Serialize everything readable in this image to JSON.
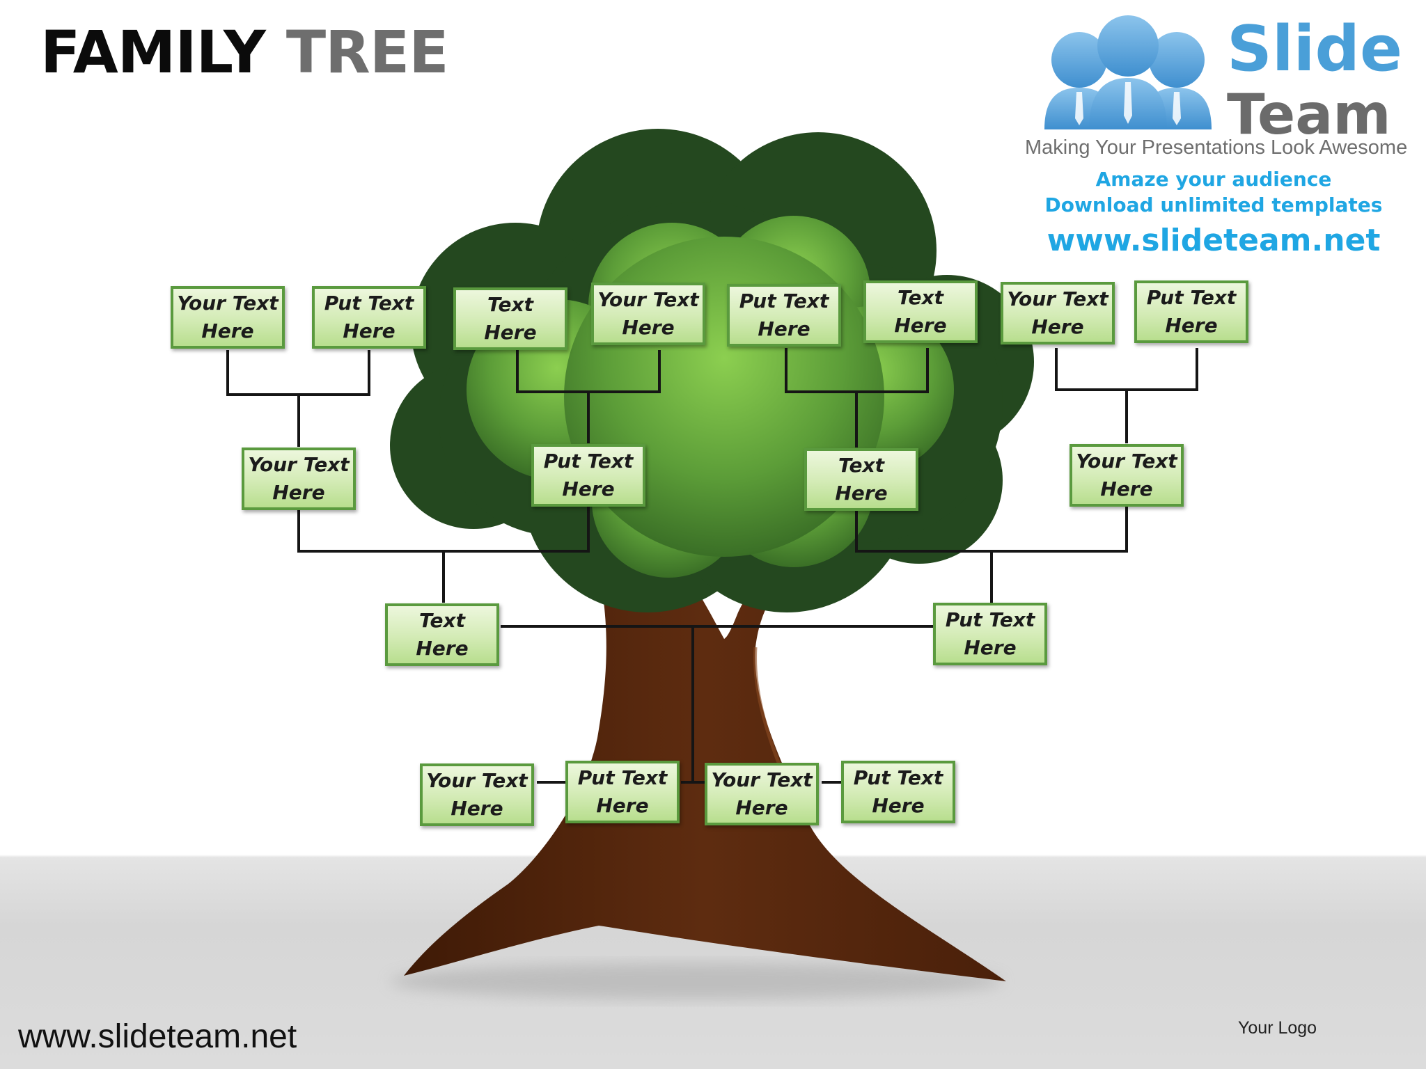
{
  "title": {
    "part1": "FAMILY",
    "part2": "TREE"
  },
  "brand": {
    "name_line1": "Slide",
    "name_line2": "Team",
    "tagline": "Making Your Presentations Look Awesome",
    "promo_line1": "Amaze your audience",
    "promo_line2": "Download unlimited templates",
    "promo_url": "www.slideteam.net"
  },
  "tree": {
    "boxes": [
      {
        "line1": "Your Text",
        "line2": "Here"
      },
      {
        "line1": "Put Text",
        "line2": "Here"
      },
      {
        "line1": "Text",
        "line2": "Here"
      },
      {
        "line1": "Your Text",
        "line2": "Here"
      },
      {
        "line1": "Put Text",
        "line2": "Here"
      },
      {
        "line1": "Text",
        "line2": "Here"
      },
      {
        "line1": "Your Text",
        "line2": "Here"
      },
      {
        "line1": "Put Text",
        "line2": "Here"
      },
      {
        "line1": "Your Text",
        "line2": "Here"
      },
      {
        "line1": "Put Text",
        "line2": "Here"
      },
      {
        "line1": "Text",
        "line2": "Here"
      },
      {
        "line1": "Your Text",
        "line2": "Here"
      },
      {
        "line1": "Text",
        "line2": "Here"
      },
      {
        "line1": "Put Text",
        "line2": "Here"
      },
      {
        "line1": "Your Text",
        "line2": "Here"
      },
      {
        "line1": "Put Text",
        "line2": "Here"
      },
      {
        "line1": "Your Text",
        "line2": "Here"
      },
      {
        "line1": "Put Text",
        "line2": "Here"
      }
    ]
  },
  "footer": {
    "url": "www.slideteam.net",
    "logo_text": "Your Logo"
  },
  "colors": {
    "box_border": "#5a9a3e",
    "box_fill": "#d3ebb5",
    "foliage_dark": "#24481f",
    "foliage_light": "#7fc24a",
    "trunk": "#5a2a10",
    "brand_blue": "#4a9fd8",
    "promo_blue": "#1fa6e3"
  }
}
